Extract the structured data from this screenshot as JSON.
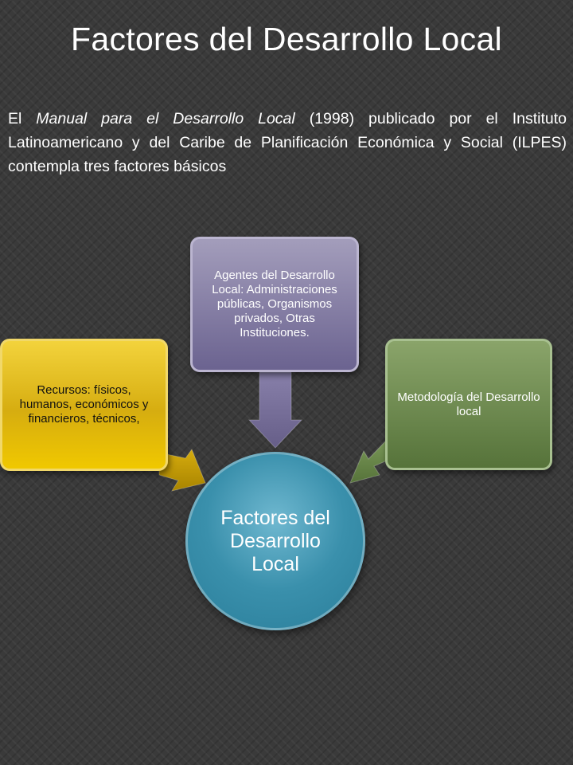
{
  "slide": {
    "title": "Factores del Desarrollo Local",
    "intro": {
      "before": "El ",
      "emphasis": "Manual para el Desarrollo Local",
      "after": " (1998) publicado por el Instituto Latinoamericano y del Caribe de Planificación Económica y Social (ILPES) contempla tres factores básicos"
    }
  },
  "diagram": {
    "center": "Factores del Desarrollo Local",
    "factors": [
      "Recursos: físicos, humanos, económicos y financieros, técnicos,",
      "Agentes del Desarrollo Local: Administraciones públicas, Organismos privados, Otras Instituciones.",
      "Metodología del Desarrollo local"
    ],
    "colors": {
      "recursos": "#e4b80c",
      "agentes": "#7d759e",
      "metodologia": "#6a8749",
      "center": "#3a90ac"
    }
  }
}
